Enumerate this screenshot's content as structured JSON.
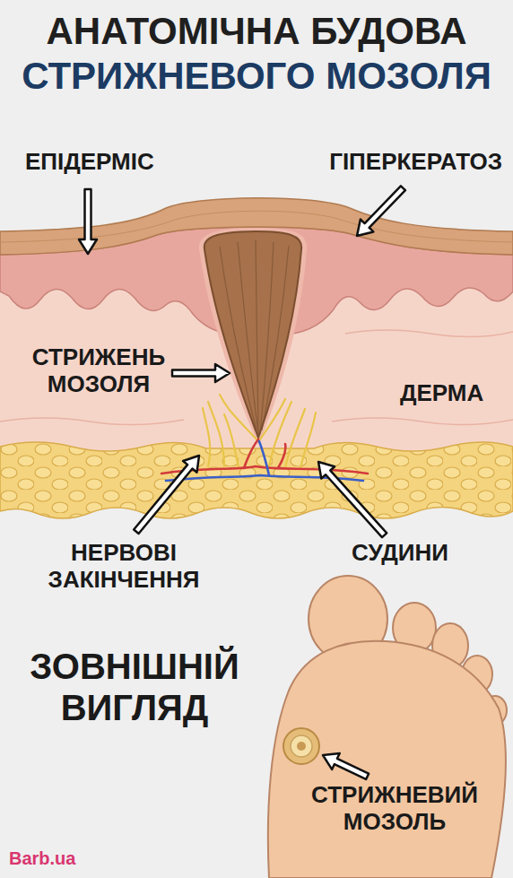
{
  "diagram": {
    "title": "АНАТОМІЧНА БУДОВА СТРИЖНЕВОГО МОЗОЛЯ",
    "labels": [
      "ЕПІДЕРМІС",
      "ГІПЕРКЕРАТОЗ",
      "СТРИЖЕНЬ МОЗОЛЯ",
      "ДЕРМА",
      "НЕРВОВІ ЗАКІНЧЕННЯ",
      "СУДИНИ",
      "ЗОВНІШНІЙ ВИГЛЯД",
      "СТРИЖНЕВИЙ МОЗОЛЬ",
      "Barb.ua"
    ]
  }
}
